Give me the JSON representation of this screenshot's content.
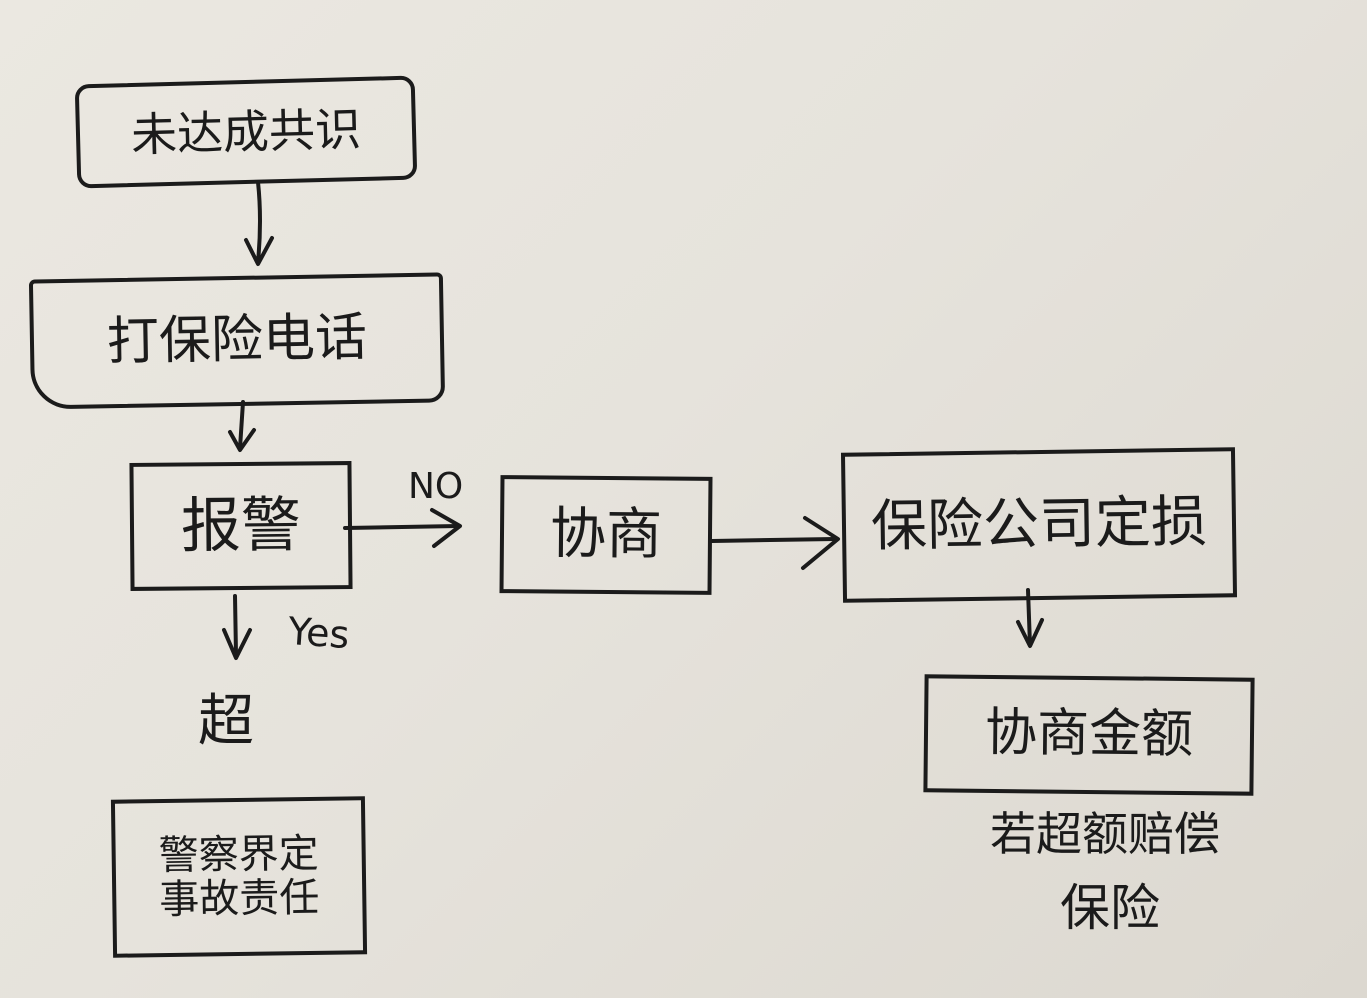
{
  "nodes": {
    "no_consensus": "未达成共识",
    "call_insurance": "打保险电话",
    "call_police": "报警",
    "negotiate": "协商",
    "insurer_assess": "保险公司定损",
    "negotiate_amount": "协商金额",
    "police_liability": "警察界定\n事故责任"
  },
  "labels": {
    "no": "NO",
    "yes": "Yes",
    "exceed_text": "超",
    "beyond_compensation": "若超额赔偿",
    "insurance": "保险"
  }
}
